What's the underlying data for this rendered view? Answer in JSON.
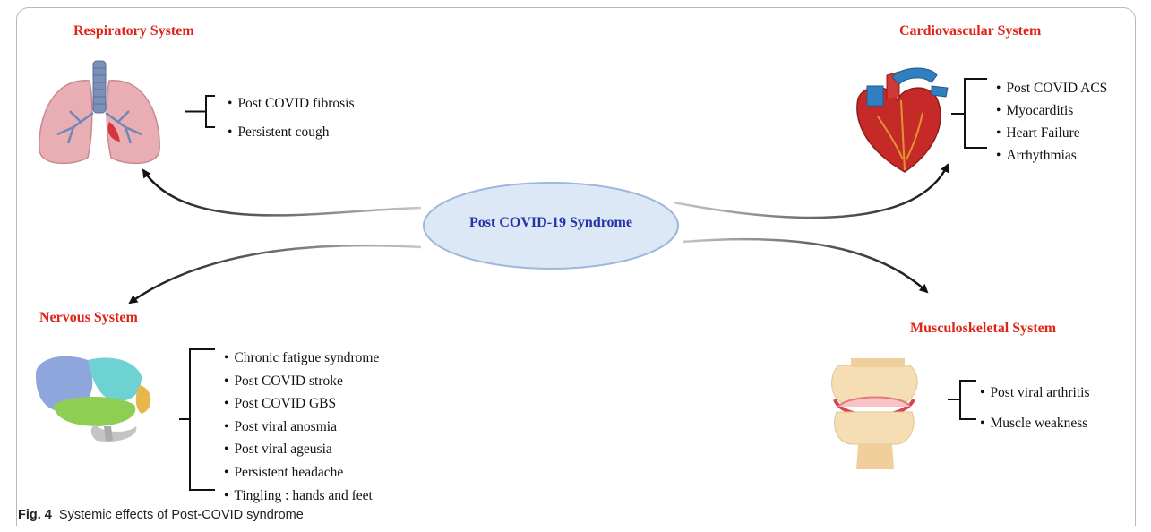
{
  "center": {
    "label": "Post COVID-19 Syndrome"
  },
  "systems": {
    "respiratory": {
      "title": "Respiratory System",
      "items": [
        "Post COVID fibrosis",
        "Persistent cough"
      ]
    },
    "cardiovascular": {
      "title": "Cardiovascular System",
      "items": [
        "Post COVID ACS",
        "Myocarditis",
        "Heart Failure",
        "Arrhythmias"
      ]
    },
    "nervous": {
      "title": "Nervous System",
      "items": [
        "Chronic fatigue syndrome",
        "Post COVID stroke",
        "Post COVID GBS",
        "Post viral anosmia",
        "Post viral ageusia",
        "Persistent headache",
        "Tingling : hands and feet"
      ]
    },
    "musculoskeletal": {
      "title": "Musculoskeletal System",
      "items": [
        "Post viral arthritis",
        "Muscle weakness"
      ]
    }
  },
  "caption": {
    "label": "Fig. 4",
    "text": "Systemic effects of Post-COVID syndrome"
  },
  "icons": {
    "respiratory": "lungs-icon",
    "cardiovascular": "heart-icon",
    "nervous": "brain-icon",
    "musculoskeletal": "joint-icon"
  },
  "colors": {
    "title": "#e02418",
    "center_text": "#2633a6",
    "ellipse_fill": "#dce8f5",
    "ellipse_stroke": "#9db7dd"
  }
}
